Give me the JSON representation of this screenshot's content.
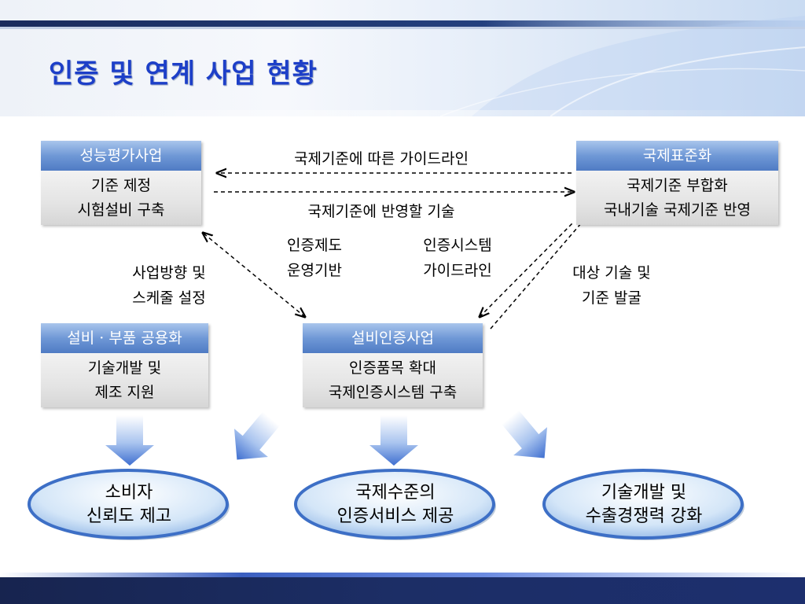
{
  "title": "인증 및 연계 사업 현황",
  "boxes": {
    "performance": {
      "header": "성능평가사업",
      "lines": [
        "기준 제정",
        "시험설비 구축"
      ]
    },
    "intl_standard": {
      "header": "국제표준화",
      "lines": [
        "국제기준 부합화",
        "국내기술 국제기준 반영"
      ]
    },
    "parts": {
      "header": "설비 · 부품 공용화",
      "lines": [
        "기술개발 및",
        "제조 지원"
      ]
    },
    "certification": {
      "header": "설비인증사업",
      "lines": [
        "인증품목 확대",
        "국제인증시스템 구축"
      ]
    }
  },
  "labels": {
    "guideline": "국제기준에 따른 가이드라인",
    "reflect": "국제기준에 반영할 기술",
    "cert_system_left": [
      "인증제도",
      "운영기반"
    ],
    "cert_system_right": [
      "인증시스템",
      "가이드라인"
    ],
    "direction": [
      "사업방향 및",
      "스케줄 설정"
    ],
    "target": [
      "대상 기술 및",
      "기준 발굴"
    ]
  },
  "outcomes": [
    {
      "lines": [
        "소비자",
        "신뢰도 제고"
      ]
    },
    {
      "lines": [
        "국제수준의",
        "인증서비스 제공"
      ]
    },
    {
      "lines": [
        "기술개발 및",
        "수출경쟁력 강화"
      ]
    }
  ],
  "colors": {
    "title": "#1d3fc8",
    "box_header": "#6f98d6",
    "oval_fill": "#d4e6f8",
    "oval_border": "#3d6fc6",
    "footer": "#1c2e66"
  }
}
